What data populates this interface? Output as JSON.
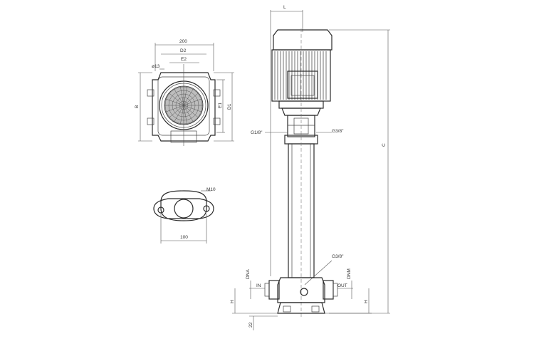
{
  "top_view": {
    "dim_200": "200",
    "dim_D2": "D2",
    "dim_E2": "E2",
    "dim_bolt": "ø13",
    "dim_B": "B",
    "dim_E1": "E1",
    "dim_D1": "D1"
  },
  "flange": {
    "dim_M10": "M10",
    "dim_100": "100"
  },
  "pump": {
    "dim_top": "L",
    "dim_C": "C",
    "port_top_left": "G1/8\"",
    "port_top_right": "G3/8\"",
    "port_drain": "G3/8\"",
    "in_label": "IN",
    "out_label": "OUT",
    "dna_label": "DNA",
    "dnm_label": "DNM",
    "h_left": "H",
    "h_right": "H",
    "dim_22": "22"
  }
}
